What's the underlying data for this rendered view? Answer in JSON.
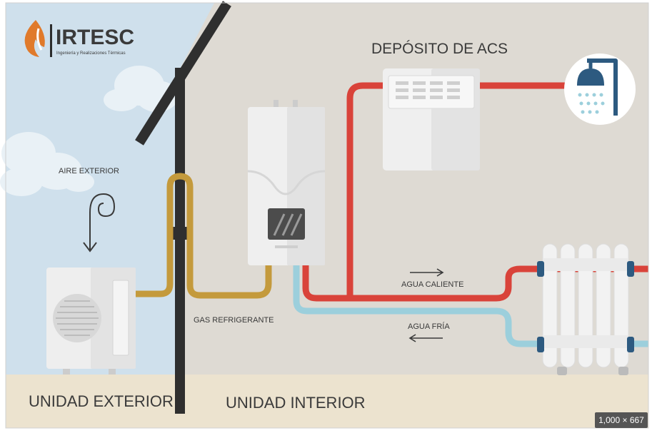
{
  "brand": {
    "name": "IRTESC",
    "tagline": "Ingeniería y Realizaciones Térmicas"
  },
  "labels": {
    "aire_exterior": "AIRE EXTERIOR",
    "gas_refrigerante": "GAS REFRIGERANTE",
    "deposito": "DEPÓSITO DE ACS",
    "agua_caliente": "AGUA CALIENTE",
    "agua_fria": "AGUA FRÍA",
    "unidad_exterior": "UNIDAD EXTERIOR",
    "unidad_interior": "UNIDAD INTERIOR"
  },
  "badge": {
    "dimensions": "1,000 × 667"
  },
  "colors": {
    "sky": "#cfe0ec",
    "wall": "#dedad3",
    "floor": "#ece3cf",
    "hot_pipe": "#d9433a",
    "cold_pipe": "#9ccfdc",
    "gas_pipe": "#c49a3c",
    "roof": "#2f2f2f",
    "accent_blue": "#2d5a80",
    "flame": "#e07a2b"
  },
  "icons": [
    "flame-logo-icon",
    "spiral-air-icon",
    "down-arrow-icon",
    "right-arrow-icon",
    "left-arrow-icon",
    "shower-icon",
    "water-drops-icon",
    "fan-grille-icon"
  ]
}
